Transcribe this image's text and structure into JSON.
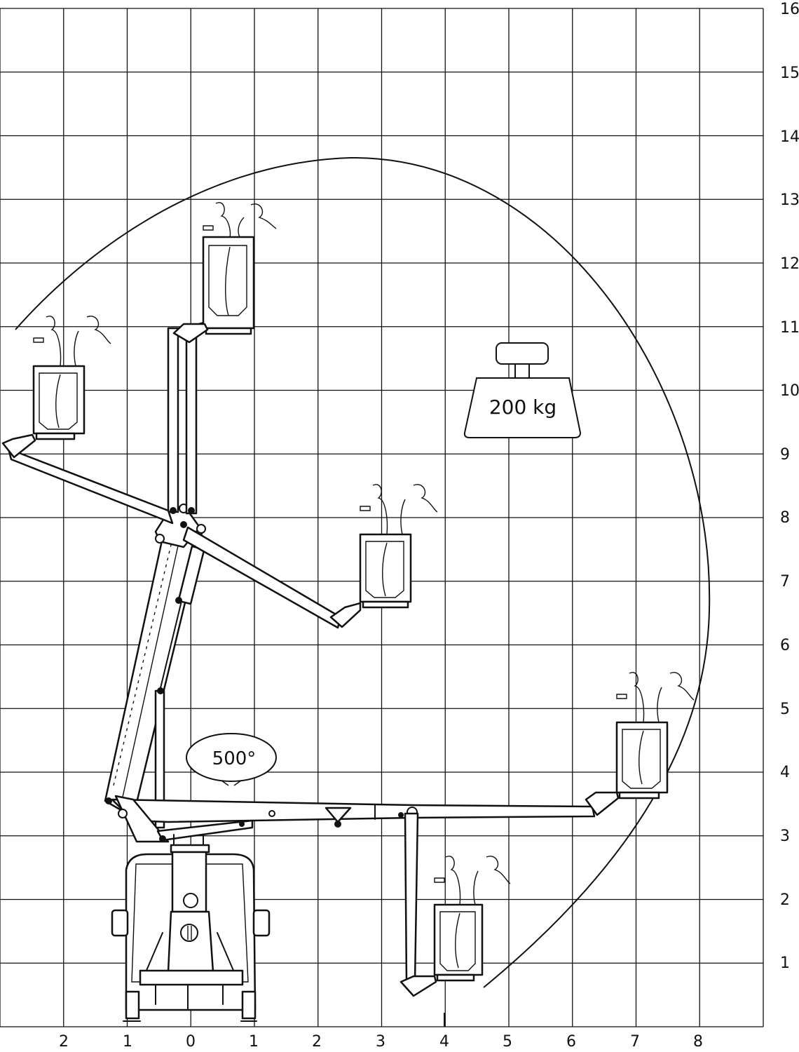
{
  "grid": {
    "x_ticks": [
      "2",
      "1",
      "0",
      "1",
      "2",
      "3",
      "4",
      "5",
      "6",
      "7",
      "8"
    ],
    "y_ticks": [
      "1",
      "2",
      "3",
      "4",
      "5",
      "6",
      "7",
      "8",
      "9",
      "10",
      "11",
      "12",
      "13",
      "14",
      "15",
      "16"
    ]
  },
  "load": {
    "text": "200 kg"
  },
  "rotation": {
    "text": "500°"
  },
  "icons": {
    "vehicle": "van-rear-icon",
    "weight": "weight-icon",
    "basket": "work-basket-icon",
    "rotation": "rotation-ellipse-icon"
  }
}
